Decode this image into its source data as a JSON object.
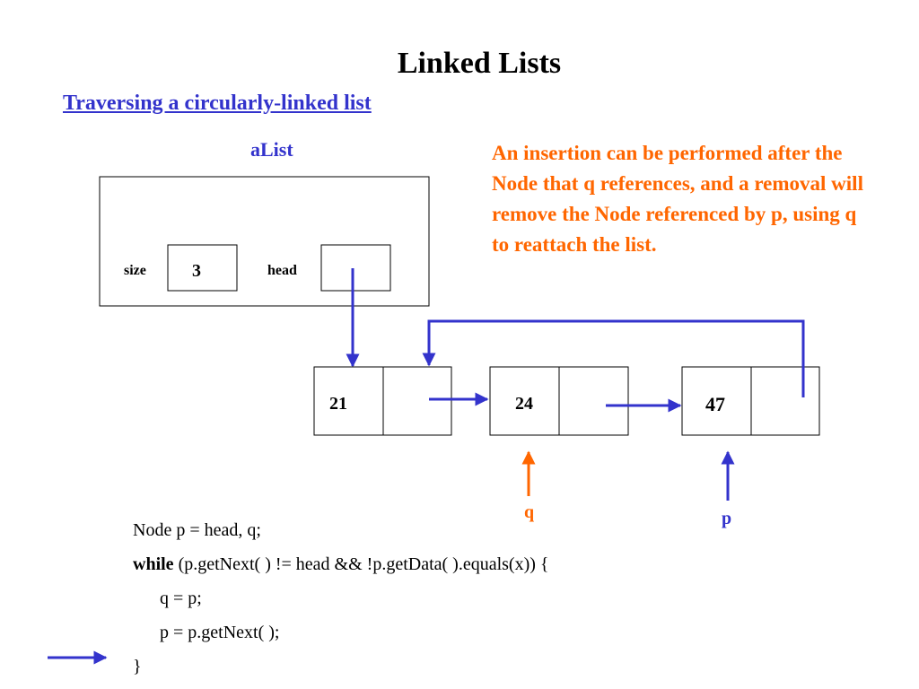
{
  "title": "Linked Lists",
  "subtitle": "Traversing a circularly-linked list",
  "alist": {
    "label": "aList",
    "size_label": "size",
    "size_value": "3",
    "head_label": "head"
  },
  "note": "An insertion can be performed after the Node that q references, and a removal will remove the Node referenced by p, using q to reattach the list.",
  "nodes": [
    {
      "value": "21"
    },
    {
      "value": "24"
    },
    {
      "value": "47"
    }
  ],
  "pointers": {
    "q_label": "q",
    "p_label": "p"
  },
  "code": {
    "line1": "Node p = head, q;",
    "line2_keyword": "while",
    "line2_rest": " (p.getNext( ) != head && !p.getData( ).equals(x)) {",
    "line3": "q = p;",
    "line4": "p = p.getNext( );",
    "line5": "}"
  },
  "colors": {
    "arrow_blue": "#3333cc",
    "orange": "#ff6600"
  }
}
